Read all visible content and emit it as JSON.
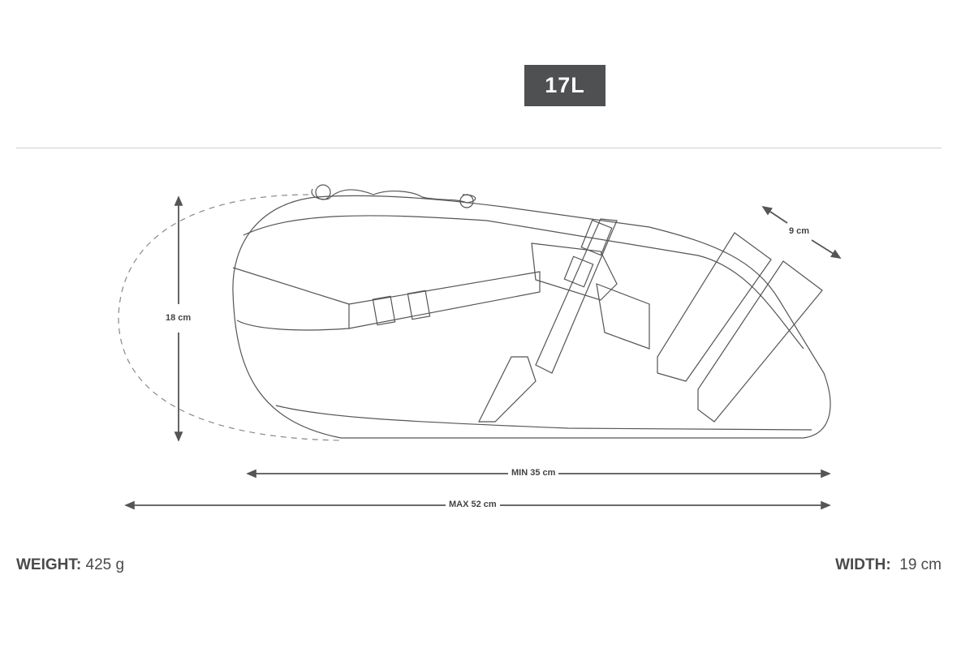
{
  "volume_badge": "17L",
  "dimensions": {
    "height": "18 cm",
    "depth": "9 cm",
    "min_length": "MIN 35 cm",
    "max_length": "MAX 52 cm"
  },
  "specs": {
    "weight_label": "WEIGHT:",
    "weight_value": "425 g",
    "width_label": "WIDTH:",
    "width_value": "19 cm"
  },
  "colors": {
    "badge": "#4e5052",
    "line": "#555555"
  }
}
